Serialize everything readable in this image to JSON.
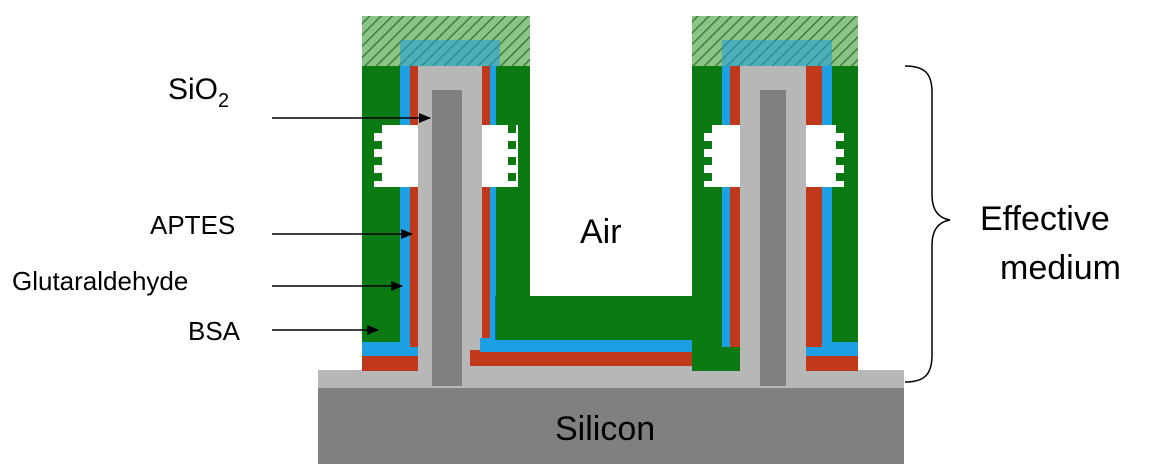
{
  "labels": {
    "sio2_main": "SiO",
    "sio2_sub": "2",
    "aptes": "APTES",
    "glutaraldehyde": "Glutaraldehyde",
    "bsa": "BSA",
    "air": "Air",
    "effective_line1": "Effective",
    "effective_line2": "medium",
    "silicon": "Silicon"
  },
  "colors": {
    "silicon": "#808080",
    "sio2": "#b7b7b7",
    "glutaraldehyde": "#c0391b",
    "aptes": "#1c9fe3",
    "bsa": "#0c7a12",
    "cap_hatch": "#62a35b",
    "background": "#ffffff"
  }
}
